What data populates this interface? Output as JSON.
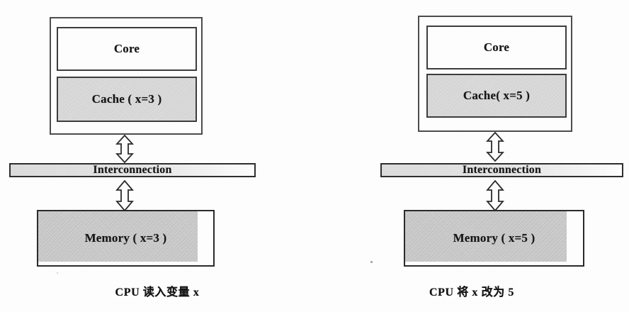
{
  "figure": {
    "title": "CPU cache coherence illustration",
    "background_color": "#ffffff",
    "ink_color": "#161616",
    "cache_fill_color": "#dedede",
    "memory_fill_color": "#d3d3d3",
    "interconnect_fill_color": "#e2e2e2"
  },
  "panels": [
    {
      "id": "left",
      "cpu": {
        "core_label": "Core",
        "cache_label": "Cache ( x=3 )"
      },
      "interconnect_label": "Interconnection",
      "memory_label": "Memory   ( x=3 )",
      "caption": "CPU 读入变量 x",
      "variable": {
        "name": "x",
        "cache_value": 3,
        "memory_value": 3
      }
    },
    {
      "id": "right",
      "cpu": {
        "core_label": "Core",
        "cache_label": "Cache( x=5 )"
      },
      "interconnect_label": "Interconnection",
      "memory_label": "Memory   ( x=5 )",
      "caption": "CPU 将 x 改为 5",
      "variable": {
        "name": "x",
        "cache_value": 5,
        "memory_value": 5
      }
    }
  ],
  "arrows": {
    "cpu_to_interconnect": "double-headed-vertical-arrow",
    "interconnect_to_memory": "double-headed-vertical-arrow"
  }
}
